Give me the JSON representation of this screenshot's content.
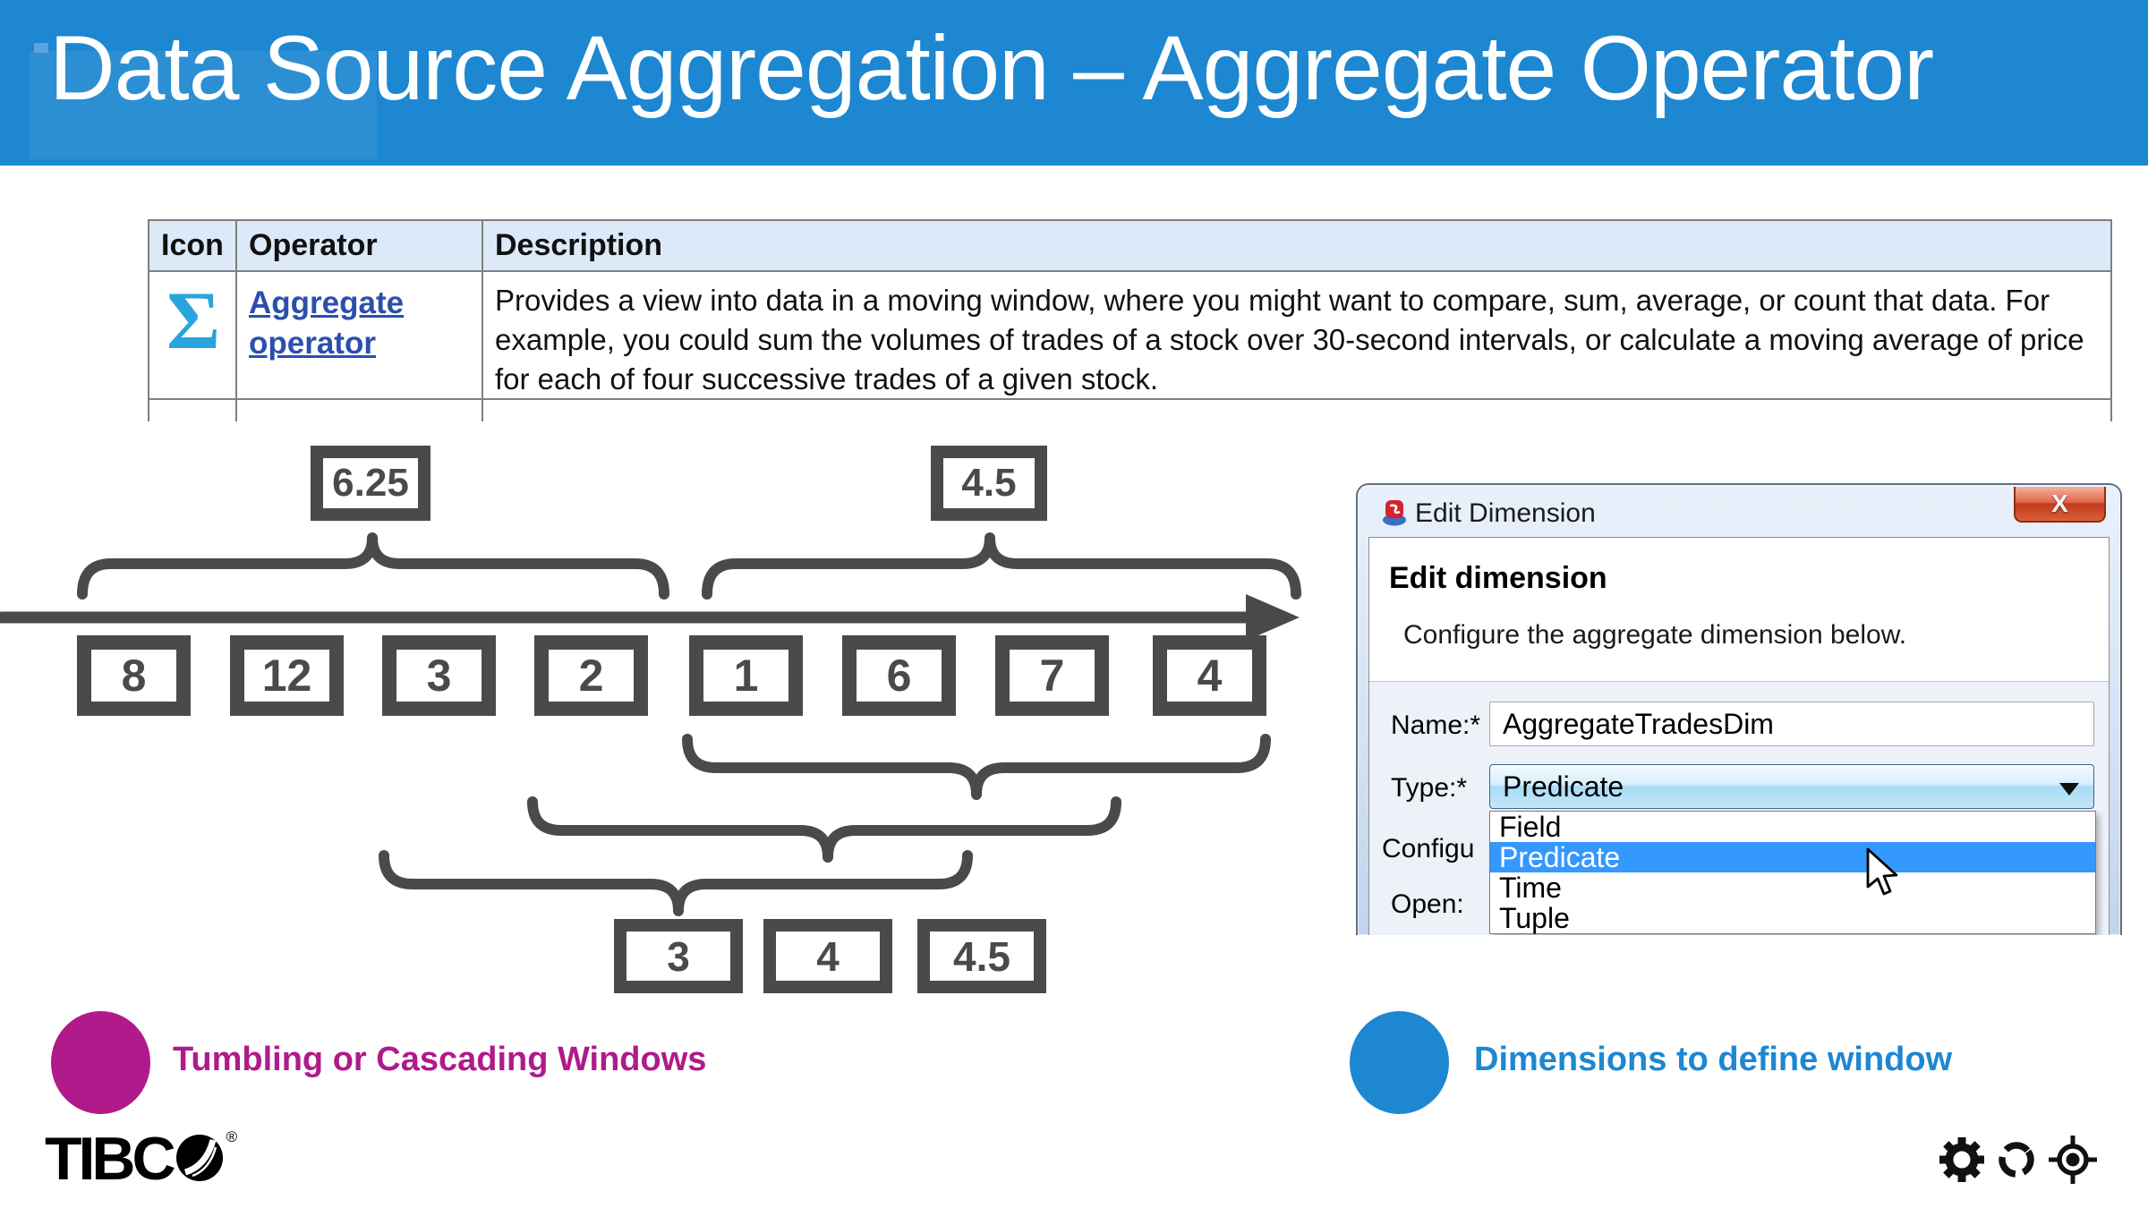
{
  "theme": {
    "accent_blue": "#1d87d1",
    "diagram_gray": "#4a4a4a",
    "magenta": "#b01a8a",
    "legend_blue": "#1e87d2",
    "link_blue": "#2b4fad",
    "sigma_blue": "#29a5de",
    "table_head_bg": "#dbe9f8",
    "select_blue": "#3598fe"
  },
  "header": {
    "title": "Data Source Aggregation – Aggregate Operator"
  },
  "table": {
    "columns": [
      "Icon",
      "Operator",
      "Description"
    ],
    "row": {
      "icon_glyph": "Σ",
      "operator": "Aggregate operator",
      "description": "Provides a view into data in a moving window, where you might want to compare, sum, average, or count that data. For example, you could sum the volumes of trades of a stock over 30-second intervals, or calculate a moving average of price for each of four successive trades of a given stock."
    }
  },
  "diagram": {
    "tumbling_window_averages": [
      "6.25",
      "4.5"
    ],
    "stream_values": [
      "8",
      "12",
      "3",
      "2",
      "1",
      "6",
      "7",
      "4"
    ],
    "sliding_window_averages": [
      "3",
      "4",
      "4.5"
    ]
  },
  "dialog": {
    "title": "Edit Dimension",
    "close_label": "X",
    "heading": "Edit dimension",
    "description": "Configure the aggregate dimension below.",
    "name_label": "Name:*",
    "name_value": "AggregateTradesDim",
    "type_label": "Type:*",
    "type_value": "Predicate",
    "configure_label": "Configu",
    "open_label": "Open:",
    "type_options": [
      "Field",
      "Predicate",
      "Time",
      "Tuple"
    ],
    "selected_option": "Predicate"
  },
  "legend": {
    "items": [
      {
        "label": "Tumbling or Cascading Windows",
        "color": "#b01a8a"
      },
      {
        "label": "Dimensions to define window",
        "color": "#1e87d2"
      }
    ]
  },
  "footer": {
    "logo_text": "TIBC",
    "registered_mark": "®",
    "icons": [
      {
        "name": "gear"
      },
      {
        "name": "loop"
      },
      {
        "name": "crosshair"
      }
    ]
  }
}
